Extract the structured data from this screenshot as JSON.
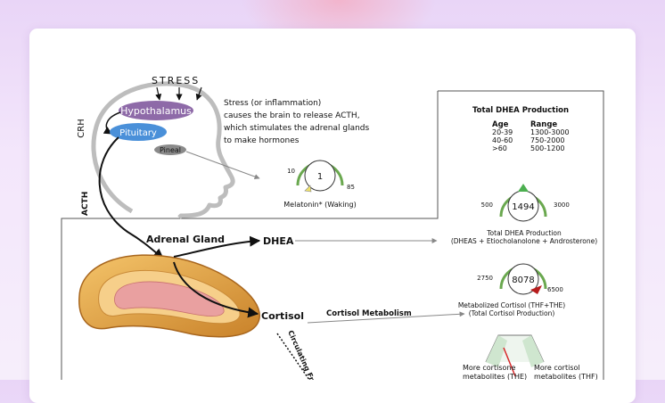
{
  "diagram": {
    "stress": "STRESS",
    "crh": "CRH",
    "acth": "ACTH",
    "hypothalamus": "Hypothalamus",
    "pituitary": "Pituitary",
    "pineal": "Pineal",
    "stress_note": [
      "Stress (or inflammation)",
      "causes the brain to release ACTH,",
      "which stimulates the adrenal glands",
      "to make hormones"
    ],
    "adrenal_gland": "Adrenal Gland",
    "dhea": "DHEA",
    "cortisol": "Cortisol",
    "cortisol_metabolism": "Cortisol Metabolism",
    "circulating_free": "Circulating Free"
  },
  "dhea_table": {
    "title": "Total DHEA Production",
    "col_age": "Age",
    "col_range": "Range",
    "rows": [
      {
        "age": "20-39",
        "range": "1300-3000"
      },
      {
        "age": "40-60",
        "range": "750-2000"
      },
      {
        "age": ">60",
        "range": "500-1200"
      }
    ]
  },
  "gauges": {
    "melatonin": {
      "value": "1",
      "min_label": "10",
      "max_label": "85",
      "caption": "Melatonin* (Waking)",
      "colors": {
        "ring": "#6aa84f",
        "marker": "#f0e26a"
      }
    },
    "dhea": {
      "value": "1494",
      "min_label": "500",
      "max_label": "3000",
      "caption_1": "Total DHEA Production",
      "caption_2": "(DHEAS + Etiocholanolone + Androsterone)",
      "colors": {
        "ring": "#6aa84f",
        "marker": "#4caf50"
      }
    },
    "cortisol": {
      "value": "8078",
      "min_label": "2750",
      "max_label": "6500",
      "caption_1": "Metabolized Cortisol (THF+THE)",
      "caption_2": "(Total Cortisol Production)",
      "colors": {
        "ring": "#6aa84f",
        "marker": "#b71c1c"
      }
    }
  },
  "bottom_gauge": {
    "left_label_1": "More cortisone",
    "left_label_2": "metabolites (THE)",
    "right_label_1": "More cortisol",
    "right_label_2": "metabolites (THF)"
  },
  "colors": {
    "hypothalamus": "#8e6aa8",
    "pituitary": "#4a90d9",
    "pineal": "#8a8a8a",
    "gland_outer": "#e9a94a",
    "gland_inner": "#e9a0a0"
  }
}
